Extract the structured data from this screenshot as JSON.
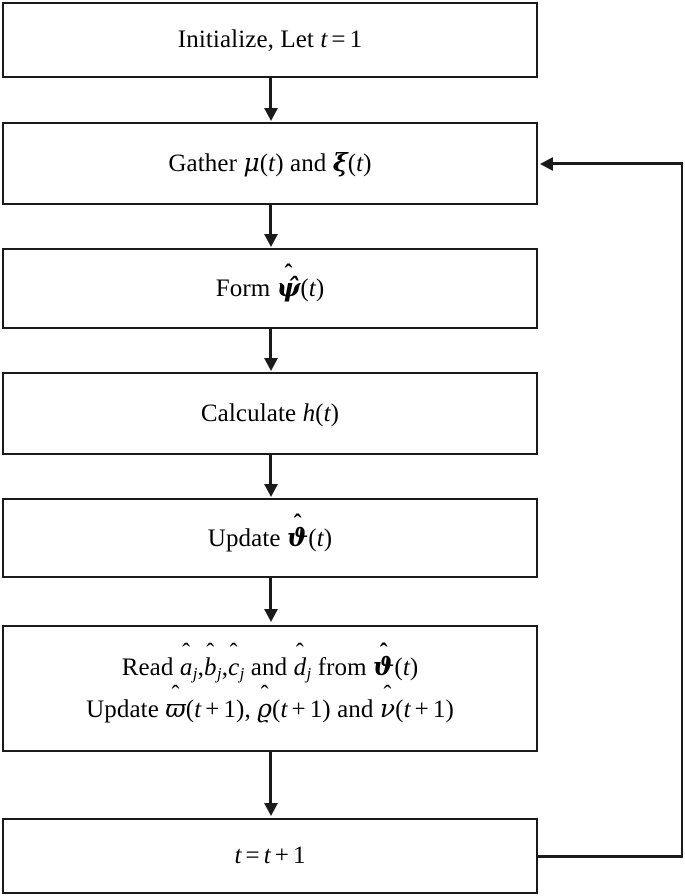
{
  "diagram": {
    "title": "Algorithm flowchart",
    "type": "flowchart",
    "line_color": "#1a1a1a",
    "fill_color": "#ffffff",
    "nodes": [
      {
        "id": "initialize",
        "name": "initialize-node",
        "text_plain": "Initialize, Let t = 1",
        "lines": [
          "Initialize, Let t = 1"
        ]
      },
      {
        "id": "gather",
        "name": "gather-node",
        "text_plain": "Gather μ(t) and ξ(t)",
        "lines": [
          "Gather μ(t) and ξ(t)"
        ]
      },
      {
        "id": "form",
        "name": "form-psi-node",
        "text_plain": "Form ψ̂(t)",
        "lines": [
          "Form ψ̂(t)"
        ]
      },
      {
        "id": "calculate",
        "name": "calculate-h-node",
        "text_plain": "Calculate h(t)",
        "lines": [
          "Calculate h(t)"
        ]
      },
      {
        "id": "update-theta",
        "name": "update-vartheta-node",
        "text_plain": "Update ϑ̂(t)",
        "lines": [
          "Update ϑ̂(t)"
        ]
      },
      {
        "id": "read-update",
        "name": "read-and-update-node",
        "text_plain": "Read â_j, b̂_j, ĉ_j and d̂_j from ϑ̂(t) / Update ϖ̂(t + 1), ϱ̂(t + 1) and ν̂(t + 1)",
        "lines": [
          "Read â_j, b̂_j, ĉ_j and d̂_j from ϑ̂(t)",
          "Update ϖ̂(t + 1), ϱ̂(t + 1) and ν̂(t + 1)"
        ]
      },
      {
        "id": "increment",
        "name": "increment-t-node",
        "text_plain": "t = t + 1",
        "lines": [
          "t = t + 1"
        ]
      }
    ],
    "edges": [
      {
        "from": "initialize",
        "to": "gather",
        "kind": "down-arrow"
      },
      {
        "from": "gather",
        "to": "form",
        "kind": "down-arrow"
      },
      {
        "from": "form",
        "to": "calculate",
        "kind": "down-arrow"
      },
      {
        "from": "calculate",
        "to": "update-theta",
        "kind": "down-arrow"
      },
      {
        "from": "update-theta",
        "to": "read-update",
        "kind": "down-arrow"
      },
      {
        "from": "read-update",
        "to": "increment",
        "kind": "down-arrow"
      },
      {
        "from": "increment",
        "to": "gather",
        "kind": "feedback-loop-right"
      }
    ],
    "symbols": {
      "t": "t",
      "one": "1",
      "equals": "=",
      "plus": "+",
      "mu": "μ",
      "xi": "ξ",
      "psi_hat": "ψ̂",
      "h": "h",
      "vartheta_hat": "ϑ̂",
      "a_hat": "â",
      "b_hat": "b̂",
      "c_hat": "ĉ",
      "d_hat": "d̂",
      "varpi_hat": "ϖ̂",
      "varrho_hat": "ϱ̂",
      "nu_hat": "ν̂",
      "subscript_j": "j",
      "hat_mark": "ˆ"
    },
    "words": {
      "initialize": "Initialize,",
      "let": "Let",
      "gather": "Gather",
      "and": "and",
      "form": "Form",
      "calculate": "Calculate",
      "update": "Update",
      "read": "Read",
      "from": "from"
    }
  }
}
